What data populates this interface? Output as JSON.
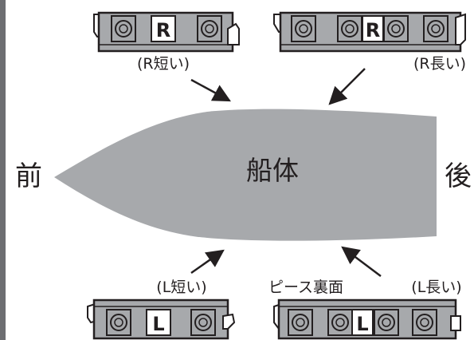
{
  "labels": {
    "hull": "船体",
    "front": "前",
    "back": "後",
    "r_short": "(R短い)",
    "r_long": "(R長い)",
    "l_short": "(L短い)",
    "l_long": "(L長い)",
    "piece_back": "ピース裏面"
  },
  "pieces": {
    "r_short": {
      "letter": "R"
    },
    "r_long": {
      "letter": "R"
    },
    "l_short": {
      "letter": "L"
    },
    "l_long": {
      "letter": "L"
    }
  },
  "colors": {
    "hull": "#a7a9ac",
    "piece_body": "#a7a9ac",
    "outline": "#231f20",
    "left_border": "#6d6e71"
  }
}
